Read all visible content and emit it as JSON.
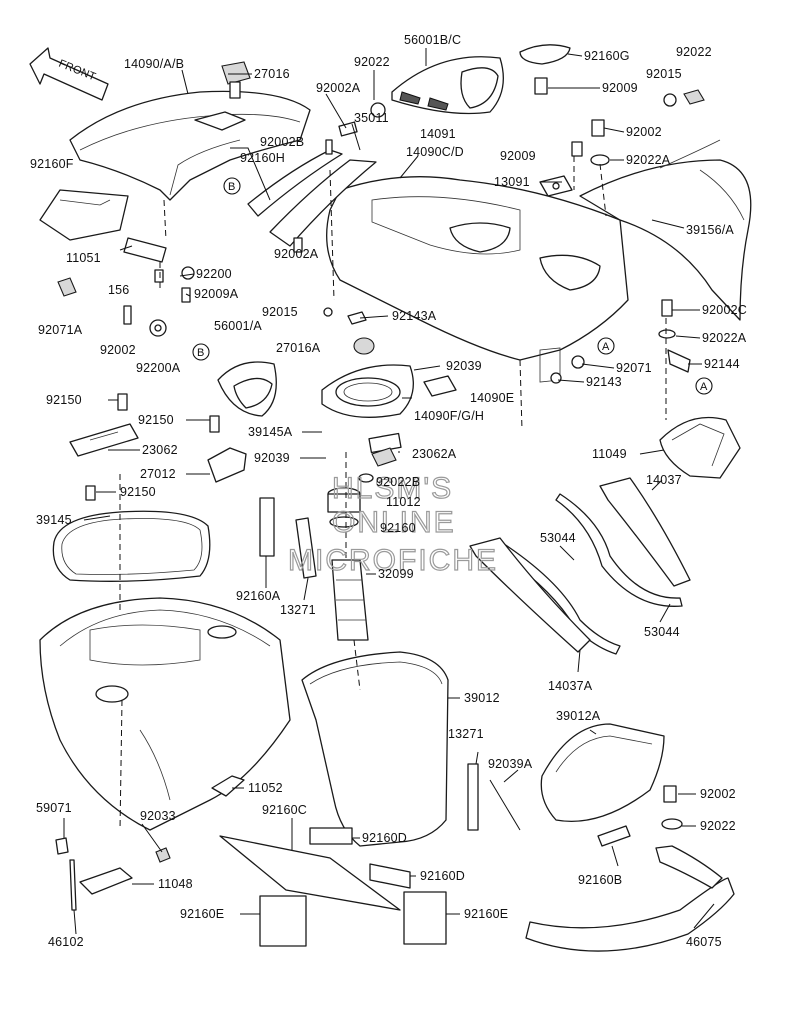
{
  "diagram": {
    "front_arrow_label": "FRONT",
    "watermark": [
      "HLSM'S",
      "ONLINE",
      "MICROFICHE"
    ],
    "ref_markers": {
      "a": "A",
      "b": "B"
    },
    "parts": [
      {
        "id": "p1",
        "label": "14090/A/B"
      },
      {
        "id": "p2",
        "label": "27016"
      },
      {
        "id": "p3",
        "label": "56001B/C"
      },
      {
        "id": "p4",
        "label": "92160G"
      },
      {
        "id": "p5",
        "label": "92022"
      },
      {
        "id": "p6",
        "label": "92022"
      },
      {
        "id": "p7",
        "label": "92015"
      },
      {
        "id": "p8",
        "label": "92009"
      },
      {
        "id": "p9",
        "label": "92002A"
      },
      {
        "id": "p10",
        "label": "92002"
      },
      {
        "id": "p11",
        "label": "92002B"
      },
      {
        "id": "p12",
        "label": "35011"
      },
      {
        "id": "p13",
        "label": "14091"
      },
      {
        "id": "p14",
        "label": "14090C/D"
      },
      {
        "id": "p15",
        "label": "92160H"
      },
      {
        "id": "p16",
        "label": "92009"
      },
      {
        "id": "p17",
        "label": "92022A"
      },
      {
        "id": "p18",
        "label": "92160F"
      },
      {
        "id": "p19",
        "label": "13091"
      },
      {
        "id": "p20",
        "label": "39156/A"
      },
      {
        "id": "p21",
        "label": "11051"
      },
      {
        "id": "p22",
        "label": "92200"
      },
      {
        "id": "p23",
        "label": "92002A"
      },
      {
        "id": "p24",
        "label": "156"
      },
      {
        "id": "p25",
        "label": "92009A"
      },
      {
        "id": "p26",
        "label": "92015"
      },
      {
        "id": "p27",
        "label": "92143A"
      },
      {
        "id": "p28",
        "label": "92071A"
      },
      {
        "id": "p29",
        "label": "92002C"
      },
      {
        "id": "p30",
        "label": "92002"
      },
      {
        "id": "p31",
        "label": "92200A"
      },
      {
        "id": "p32",
        "label": "56001/A"
      },
      {
        "id": "p33",
        "label": "92022A"
      },
      {
        "id": "p34",
        "label": "27016A"
      },
      {
        "id": "p35",
        "label": "92039"
      },
      {
        "id": "p36",
        "label": "92071"
      },
      {
        "id": "p37",
        "label": "92144"
      },
      {
        "id": "p38",
        "label": "92143"
      },
      {
        "id": "p39",
        "label": "14090E"
      },
      {
        "id": "p40",
        "label": "92150"
      },
      {
        "id": "p41",
        "label": "14090F/G/H"
      },
      {
        "id": "p42",
        "label": "92150"
      },
      {
        "id": "p43",
        "label": "39145A"
      },
      {
        "id": "p44",
        "label": "23062"
      },
      {
        "id": "p45",
        "label": "11049"
      },
      {
        "id": "p46",
        "label": "92039"
      },
      {
        "id": "p47",
        "label": "23062A"
      },
      {
        "id": "p48",
        "label": "27012"
      },
      {
        "id": "p49",
        "label": "92022B"
      },
      {
        "id": "p50",
        "label": "14037"
      },
      {
        "id": "p51",
        "label": "92150"
      },
      {
        "id": "p52",
        "label": "11012"
      },
      {
        "id": "p53",
        "label": "39145"
      },
      {
        "id": "p54",
        "label": "92160"
      },
      {
        "id": "p55",
        "label": "53044"
      },
      {
        "id": "p56",
        "label": "92160A"
      },
      {
        "id": "p57",
        "label": "32099"
      },
      {
        "id": "p58",
        "label": "13271"
      },
      {
        "id": "p59",
        "label": "53044"
      },
      {
        "id": "p60",
        "label": "14037A"
      },
      {
        "id": "p61",
        "label": "39012"
      },
      {
        "id": "p62",
        "label": "39012A"
      },
      {
        "id": "p63",
        "label": "13271"
      },
      {
        "id": "p64",
        "label": "92039A"
      },
      {
        "id": "p65",
        "label": "11052"
      },
      {
        "id": "p66",
        "label": "59071"
      },
      {
        "id": "p67",
        "label": "92033"
      },
      {
        "id": "p68",
        "label": "92160C"
      },
      {
        "id": "p69",
        "label": "92002"
      },
      {
        "id": "p70",
        "label": "92160D"
      },
      {
        "id": "p71",
        "label": "92022"
      },
      {
        "id": "p72",
        "label": "11048"
      },
      {
        "id": "p73",
        "label": "92160D"
      },
      {
        "id": "p74",
        "label": "92160B"
      },
      {
        "id": "p75",
        "label": "92160E"
      },
      {
        "id": "p76",
        "label": "92160E"
      },
      {
        "id": "p77",
        "label": "46102"
      },
      {
        "id": "p78",
        "label": "46075"
      }
    ]
  }
}
